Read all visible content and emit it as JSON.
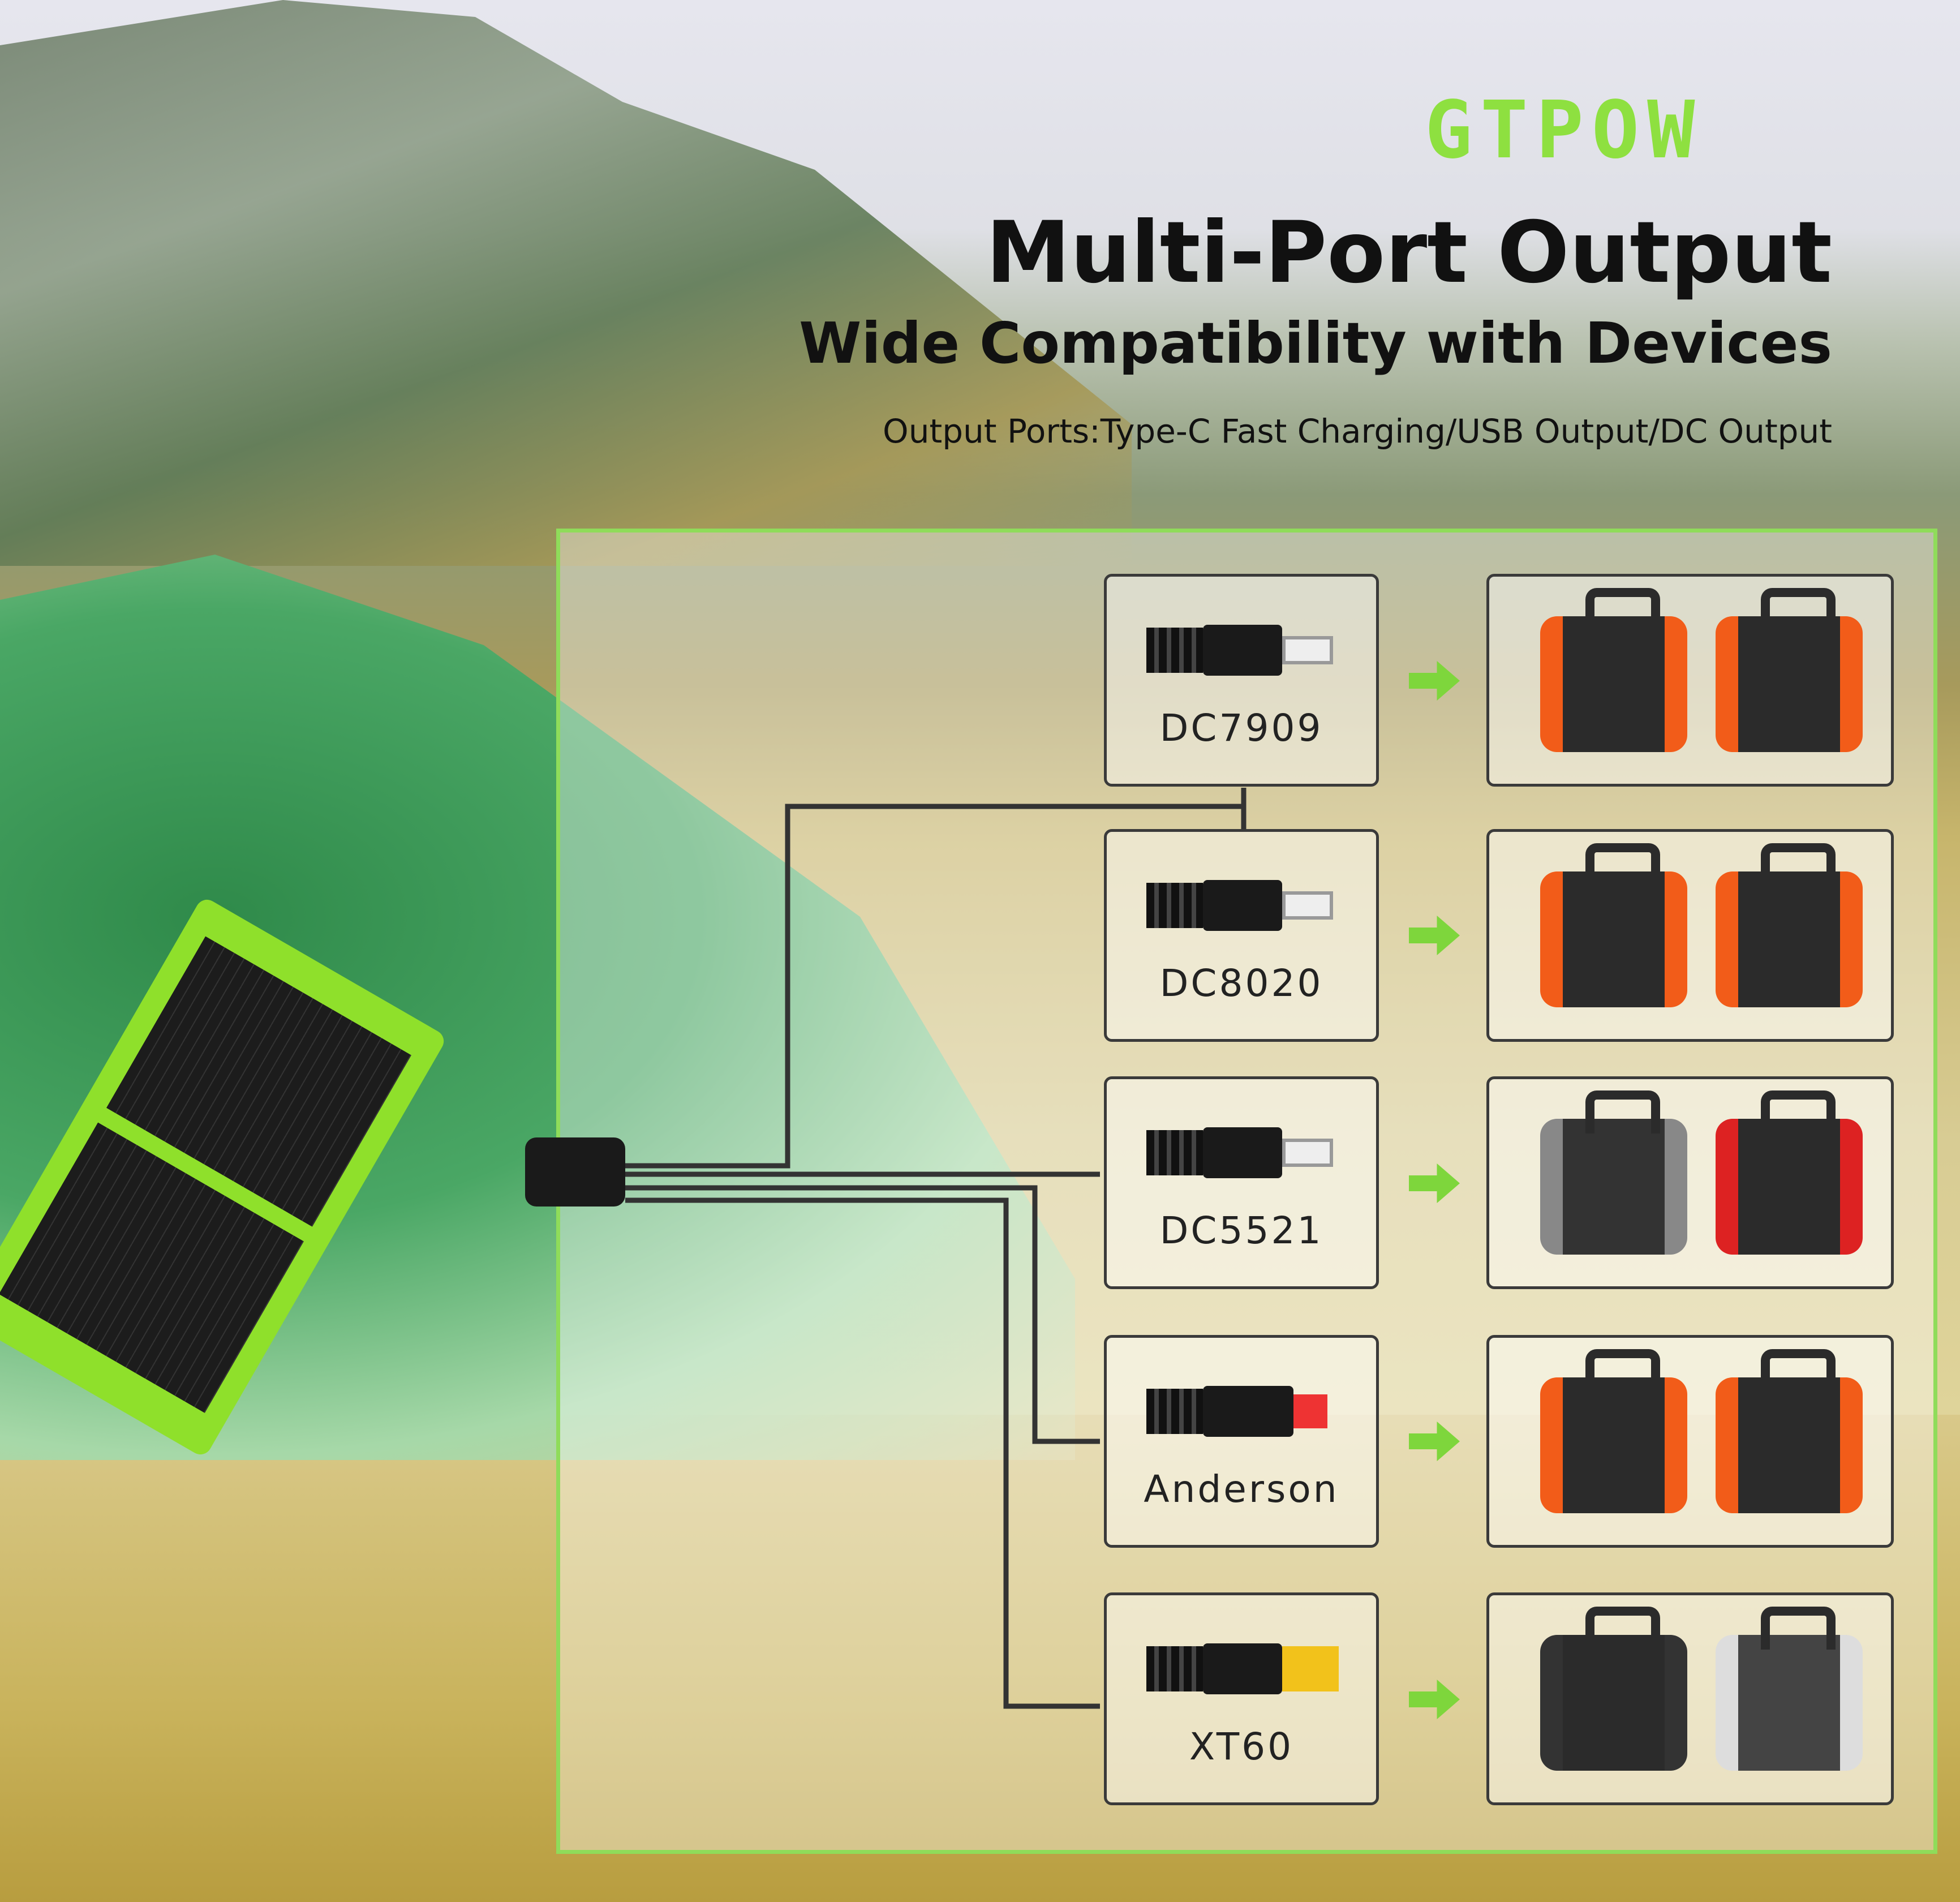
{
  "brand": {
    "logo_text": "GTPOW",
    "accent": "#8ee040"
  },
  "header": {
    "title": "Multi-Port Output",
    "subtitle": "Wide Compatibility with Devices",
    "ports_line": "Output Ports:Type-C Fast Charging/USB Output/DC Output"
  },
  "connectors": [
    {
      "label": "DC7909"
    },
    {
      "label": "DC8020"
    },
    {
      "label": "DC5521"
    },
    {
      "label": "Anderson"
    },
    {
      "label": "XT60"
    }
  ]
}
